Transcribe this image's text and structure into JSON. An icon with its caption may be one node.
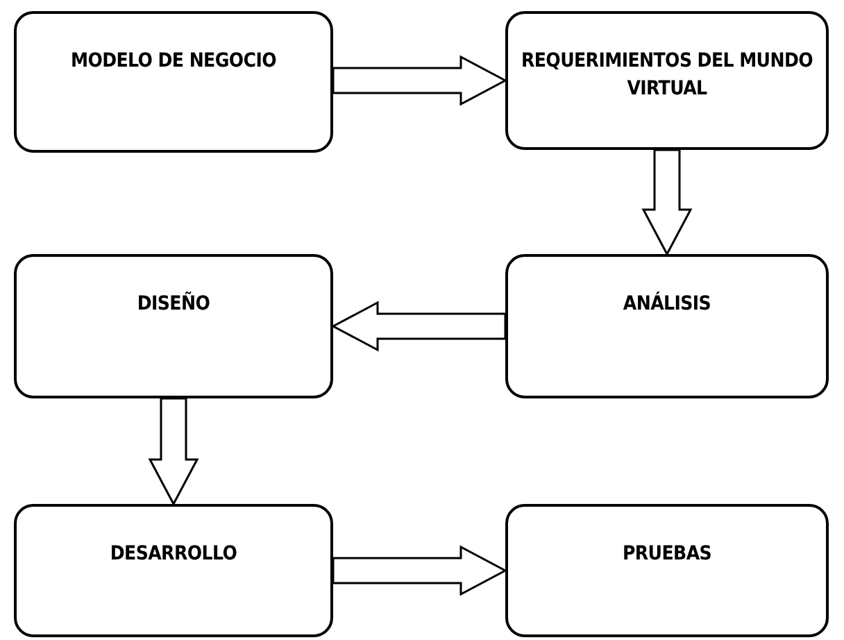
{
  "diagram": {
    "nodes": [
      {
        "text": [
          "MODELO DE NEGOCIO"
        ]
      },
      {
        "text": [
          "REQUERIMIENTOS DEL MUNDO VIRTUAL"
        ]
      },
      {
        "text": [
          "ANÁLISIS"
        ]
      },
      {
        "text": [
          "DISEÑO"
        ]
      },
      {
        "text": [
          "DESARROLLO"
        ]
      },
      {
        "text": [
          "PRUEBAS"
        ]
      }
    ],
    "edges": [
      {
        "from": 0,
        "to": 1,
        "arrow": "to"
      },
      {
        "from": 1,
        "to": 2,
        "arrow": "to"
      },
      {
        "from": 2,
        "to": 3,
        "arrow": "to"
      },
      {
        "from": 3,
        "to": 4,
        "arrow": "to"
      },
      {
        "from": 4,
        "to": 5,
        "arrow": "to"
      }
    ]
  }
}
